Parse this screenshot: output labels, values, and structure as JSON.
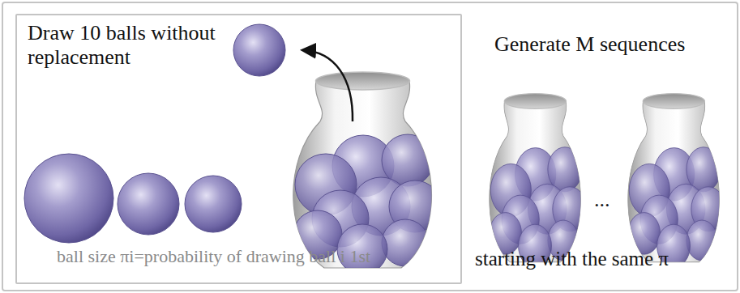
{
  "diagram": {
    "nodes": [
      {
        "text": [
          "Generate M sequences",
          "starting with the same π"
        ]
      },
      {
        "text": [
          "Draw 10 balls without replacement",
          "ball size πi=probability of drawing ball i 1st"
        ],
        "in": 0
      }
    ],
    "labels": [
      "..."
    ]
  }
}
